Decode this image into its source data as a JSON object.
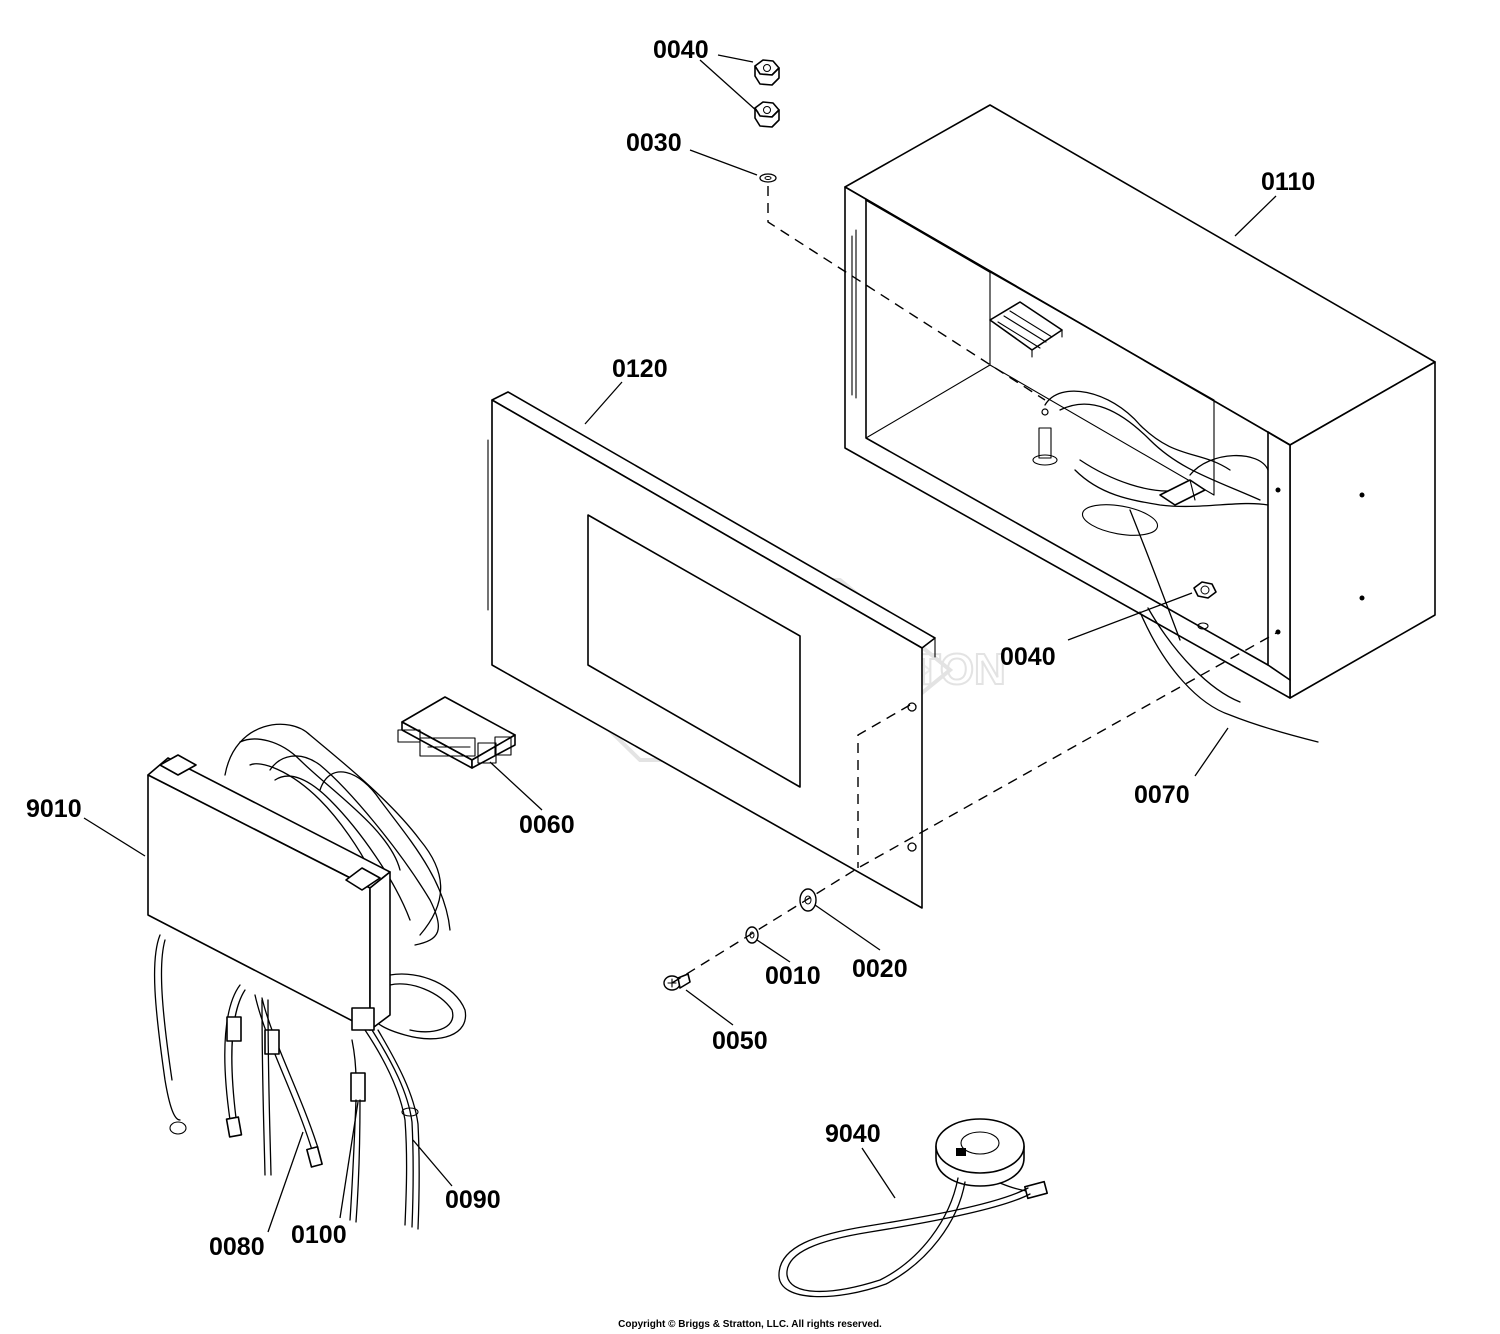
{
  "watermark": {
    "brand": "BRIGGS&STRATTON"
  },
  "copyright": "Copyright © Briggs & Stratton, LLC. All rights reserved.",
  "labels": {
    "p0040_top": "0040",
    "p0030": "0030",
    "p0110": "0110",
    "p0120": "0120",
    "p0040_right": "0040",
    "p0070": "0070",
    "p9010": "9010",
    "p0060": "0060",
    "p0020": "0020",
    "p0010": "0010",
    "p0050": "0050",
    "p9040": "9040",
    "p0090": "0090",
    "p0100": "0100",
    "p0080": "0080"
  }
}
